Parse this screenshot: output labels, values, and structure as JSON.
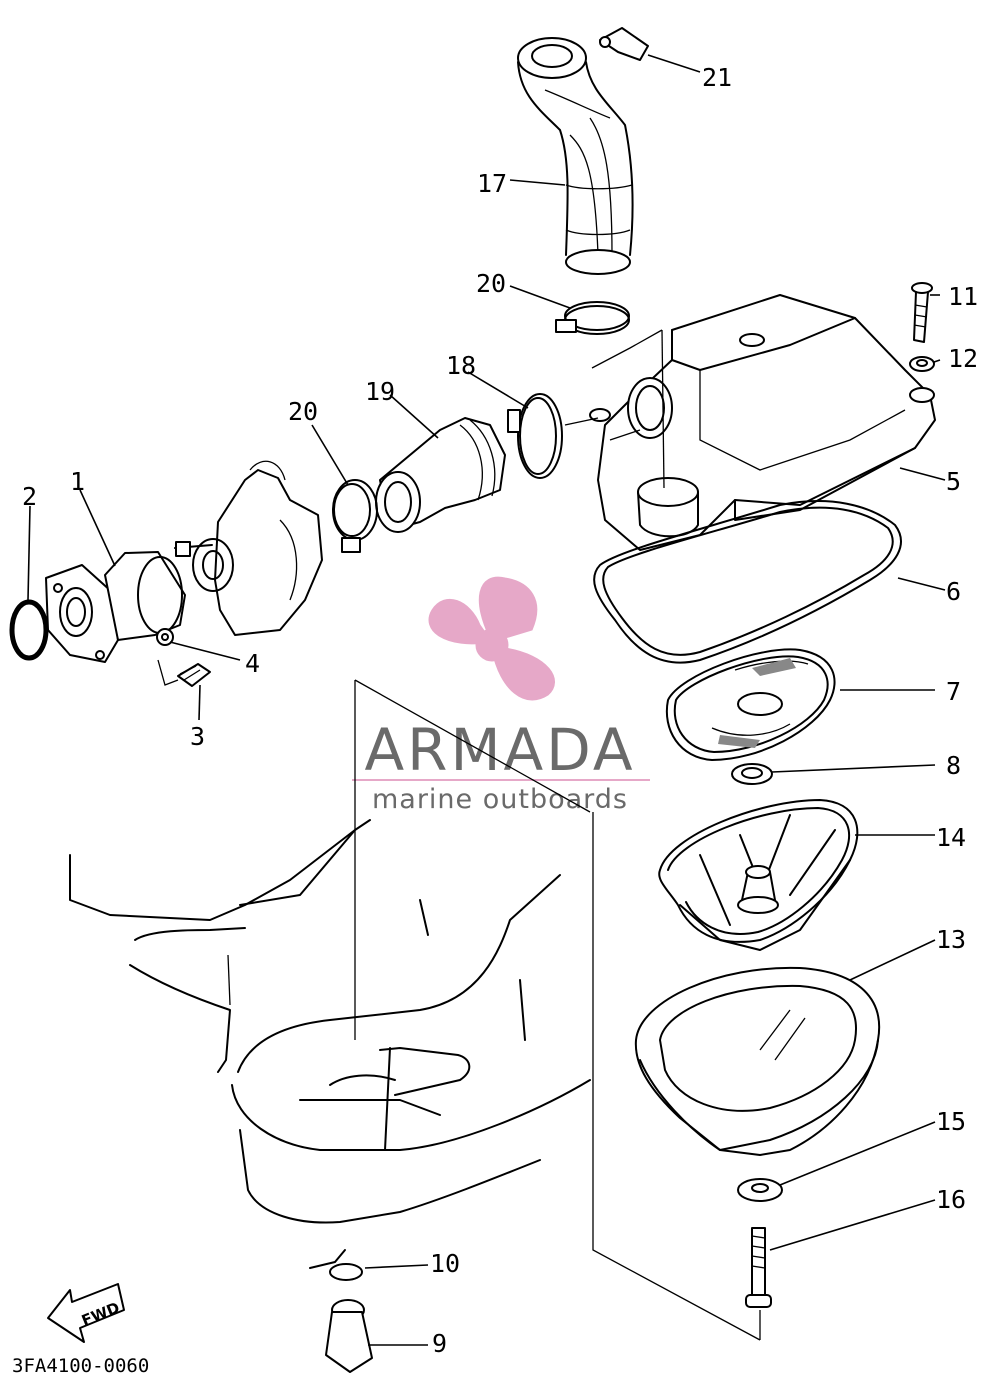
{
  "watermark": {
    "brand": "ARMADA",
    "tagline": "marine outboards",
    "accent": "#e6a8c8"
  },
  "diagram_code": "3FA4100-0060",
  "fwd_label": "FWD",
  "callouts": {
    "p1": "1",
    "p2": "2",
    "p3": "3",
    "p4": "4",
    "p5": "5",
    "p6": "6",
    "p7": "7",
    "p8": "8",
    "p9": "9",
    "p10": "10",
    "p11": "11",
    "p12": "12",
    "p13": "13",
    "p14": "14",
    "p15": "15",
    "p16": "16",
    "p17": "17",
    "p18": "18",
    "p19": "19",
    "p20a": "20",
    "p20b": "20",
    "p21": "21"
  }
}
